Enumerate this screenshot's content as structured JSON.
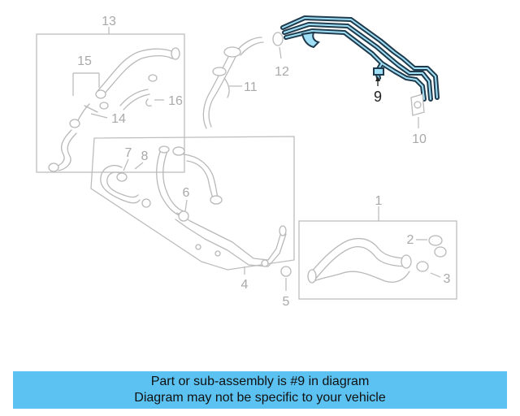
{
  "diagram": {
    "callouts": [
      "13",
      "15",
      "14",
      "16",
      "12",
      "11",
      "7",
      "8",
      "6",
      "4",
      "5",
      "1",
      "2",
      "3",
      "10"
    ],
    "highlighted_callout": "9",
    "colors": {
      "highlight_outer": "#1f3b4d",
      "highlight_inner": "#9fe0f7",
      "ghost_parts": "#b9b9b9",
      "banner_background": "#5bc2f2"
    }
  },
  "banner": {
    "line1": "Part or sub-assembly is #9 in diagram",
    "line2": "Diagram may not be specific to your vehicle"
  }
}
